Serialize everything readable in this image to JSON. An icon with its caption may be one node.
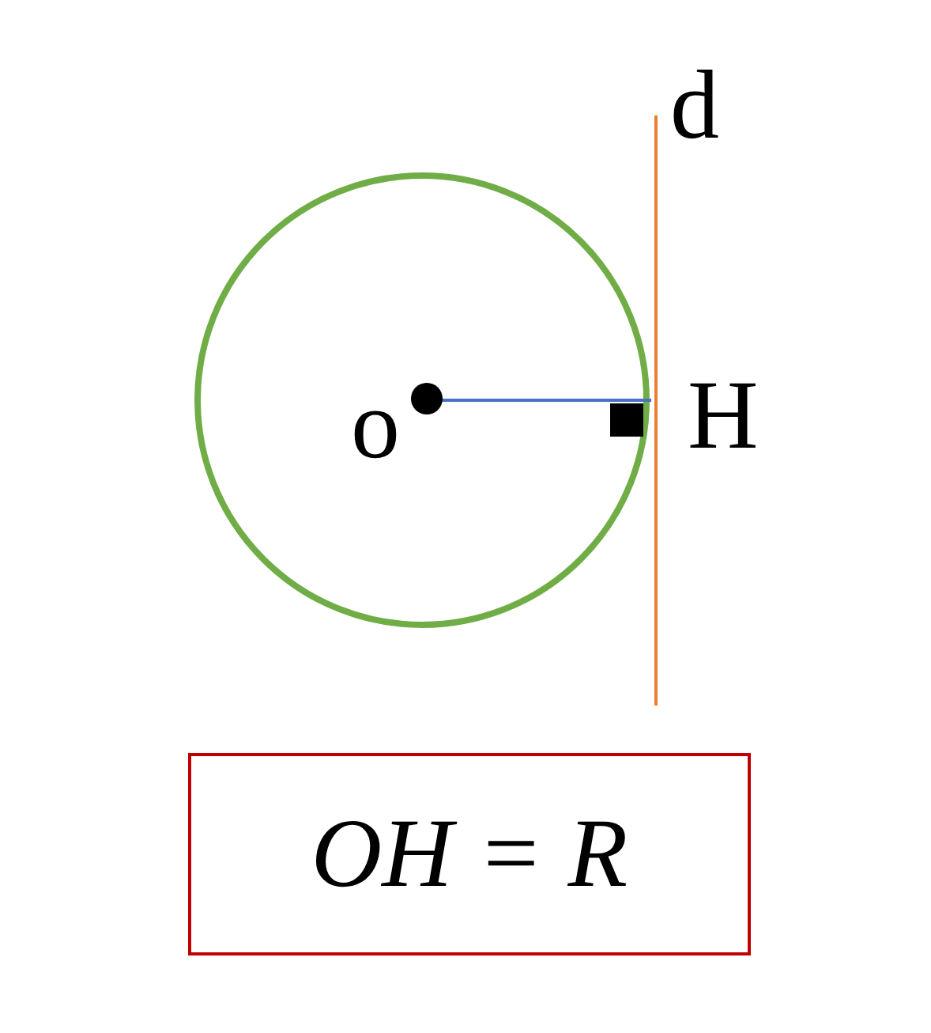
{
  "diagram": {
    "nodes": [
      {
        "text": [
          "OH = R"
        ]
      }
    ],
    "labels": [
      "d",
      "o",
      "H"
    ]
  }
}
